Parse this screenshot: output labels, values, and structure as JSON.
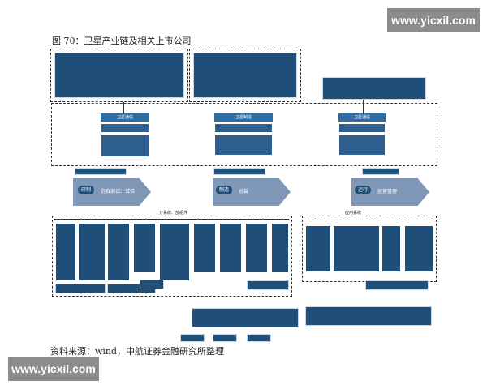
{
  "caption": "图 70：卫星产业链及相关上市公司",
  "source": "资料来源：wind，中航证券金融研究所整理",
  "watermark": "www.yicxil.com",
  "flow": {
    "stage1_pill": "研制",
    "stage1_text": "仿真测试、试验",
    "stage2_pill": "制造",
    "stage2_text": "总装",
    "stage3_pill": "运行",
    "stage3_text": "运营管理"
  },
  "top_center_box": "卫星制造",
  "top_left_box": "卫星通信",
  "top_right_box": "卫星通信",
  "bottom_left_label": "分系统、部组件",
  "bottom_right_label": "应用系统",
  "colors": {
    "dark_blue": "#1f4e79",
    "mid_blue": "#2e6da4",
    "arrow": "#7f98b8",
    "watermark": "#8c8c8c"
  }
}
